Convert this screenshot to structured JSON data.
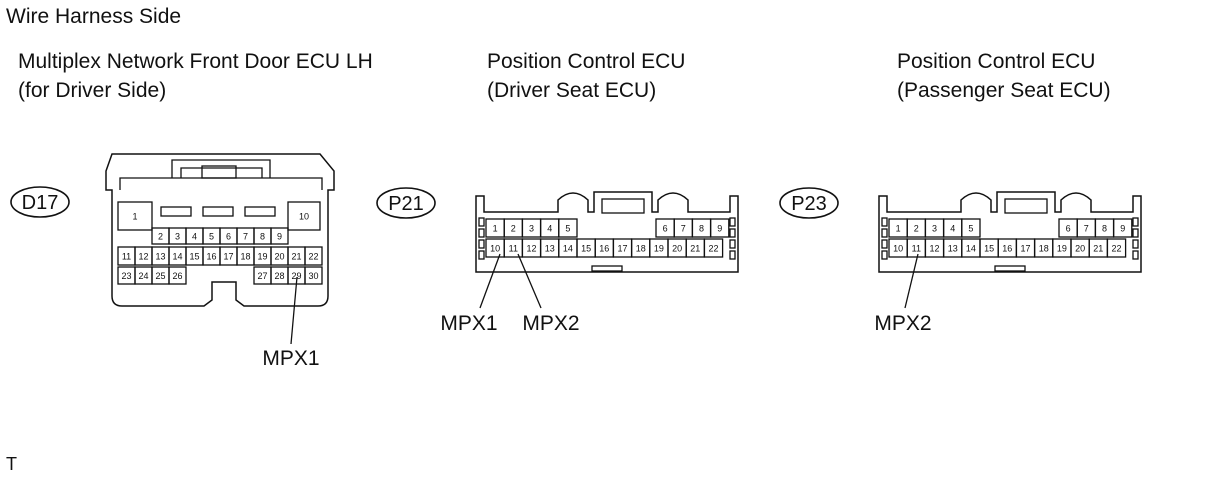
{
  "header": {
    "title": "Wire Harness Side"
  },
  "connectors": [
    {
      "id": "D17",
      "title_line1": "Multiplex Network Front Door ECU LH",
      "title_line2": "(for Driver Side)",
      "pins": {
        "left_big": "1",
        "right_big": "10",
        "row_a": [
          "2",
          "3",
          "4",
          "5",
          "6",
          "7",
          "8",
          "9"
        ],
        "row_b": [
          "11",
          "12",
          "13",
          "14",
          "15",
          "16",
          "17",
          "18",
          "19",
          "20",
          "21",
          "22"
        ],
        "row_c_left": [
          "23",
          "24",
          "25",
          "26"
        ],
        "row_c_right": [
          "27",
          "28",
          "29",
          "30"
        ]
      },
      "callouts": [
        "MPX1"
      ]
    },
    {
      "id": "P21",
      "title_line1": "Position Control ECU",
      "title_line2": "(Driver Seat ECU)",
      "pins": {
        "top_left": [
          "1",
          "2",
          "3",
          "4",
          "5"
        ],
        "top_right": [
          "6",
          "7",
          "8",
          "9"
        ],
        "bottom": [
          "10",
          "11",
          "12",
          "13",
          "14",
          "15",
          "16",
          "17",
          "18",
          "19",
          "20",
          "21",
          "22"
        ]
      },
      "callouts": [
        "MPX1",
        "MPX2"
      ]
    },
    {
      "id": "P23",
      "title_line1": "Position Control ECU",
      "title_line2": "(Passenger Seat ECU)",
      "pins": {
        "top_left": [
          "1",
          "2",
          "3",
          "4",
          "5"
        ],
        "top_right": [
          "6",
          "7",
          "8",
          "9"
        ],
        "bottom": [
          "10",
          "11",
          "12",
          "13",
          "14",
          "15",
          "16",
          "17",
          "18",
          "19",
          "20",
          "21",
          "22"
        ]
      },
      "callouts": [
        "MPX2"
      ]
    }
  ],
  "footer": {
    "mark": "T"
  }
}
